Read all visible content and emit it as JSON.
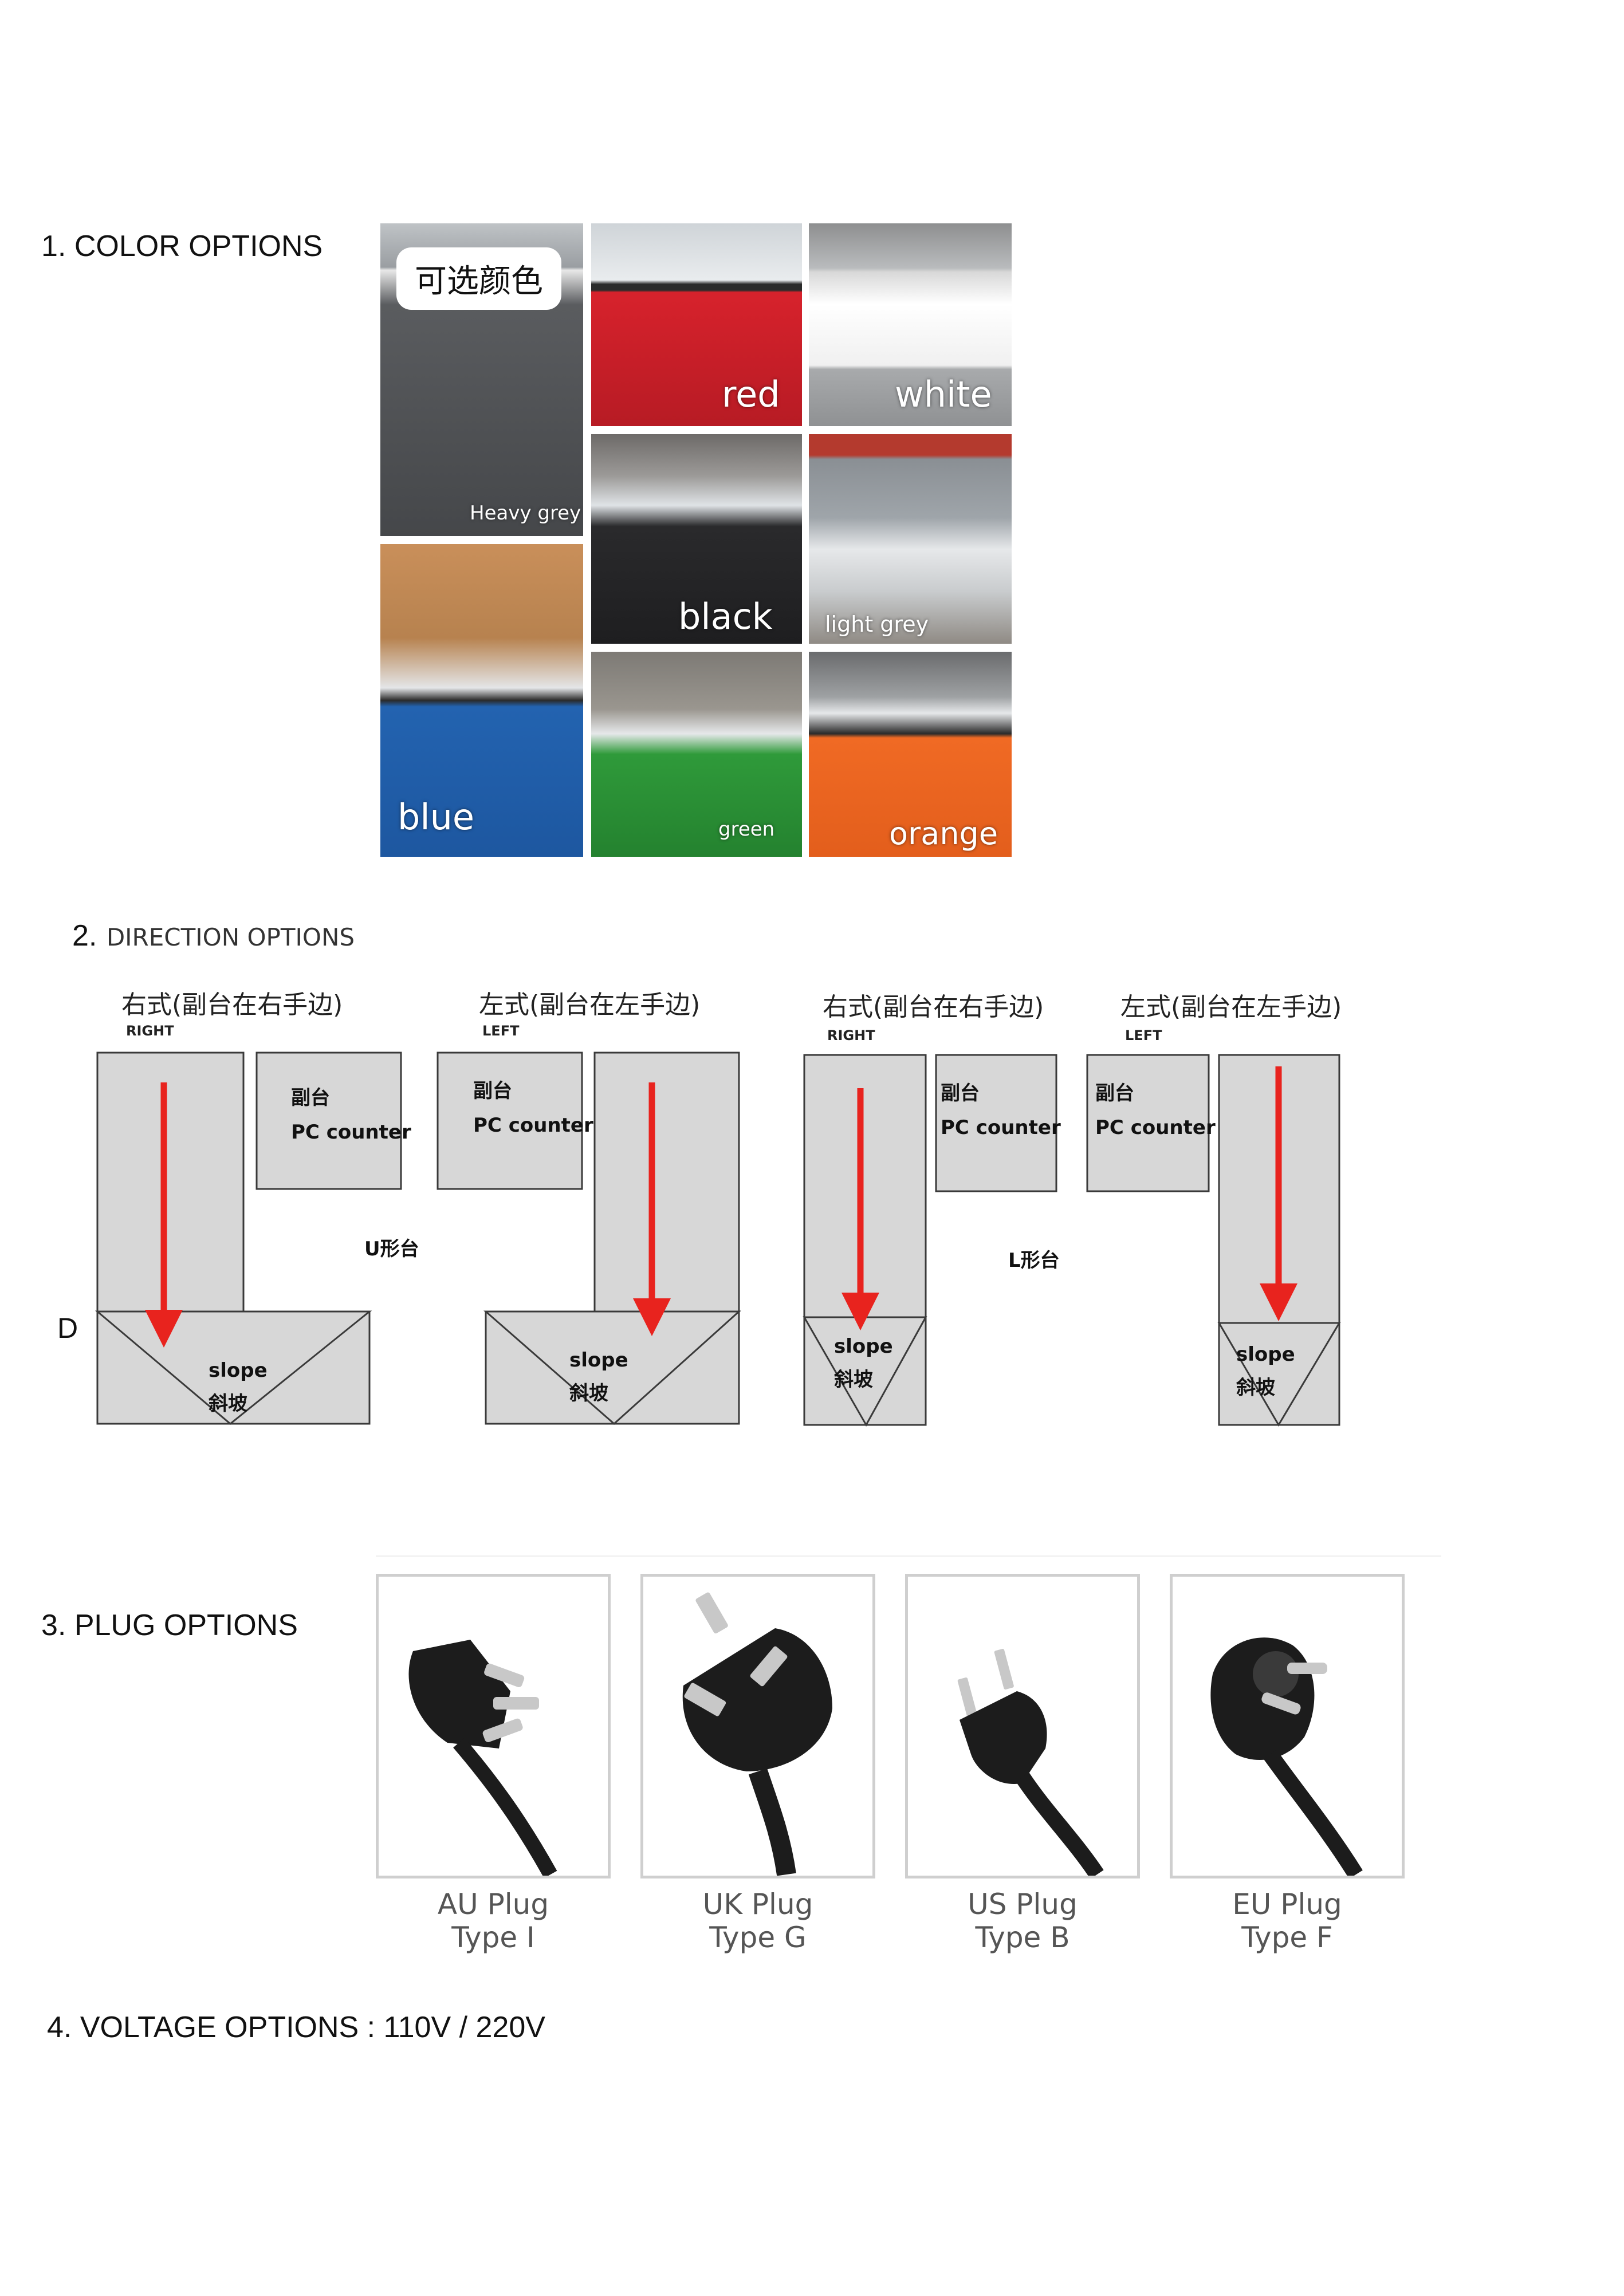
{
  "sections": {
    "color": {
      "number": "1.",
      "title": "COLOR OPTIONS"
    },
    "direction": {
      "number": "2.",
      "title": "DIRECTION OPTIONS"
    },
    "plug": {
      "number": "3.",
      "title": "PLUG OPTIONS"
    },
    "voltage": {
      "number": "4.",
      "title": "VOLTAGE OPTIONS : 110V / 220V"
    }
  },
  "color_badge": "可选颜色",
  "colors": [
    {
      "label": "Heavy grey",
      "hex": "#4e5053"
    },
    {
      "label": "red",
      "hex": "#d7222c"
    },
    {
      "label": "white",
      "hex": "#f2f2f2"
    },
    {
      "label": "black",
      "hex": "#2a2a2c"
    },
    {
      "label": "light grey",
      "hex": "#c9ccce"
    },
    {
      "label": "blue",
      "hex": "#2363b0"
    },
    {
      "label": "green",
      "hex": "#2f9a3a"
    },
    {
      "label": "orange",
      "hex": "#f06a24"
    }
  ],
  "direction": {
    "u_label": "U形台",
    "l_label": "L形台",
    "d_mark": "D",
    "diagrams": [
      {
        "title": "右式(副台在右手边)",
        "side": "RIGHT"
      },
      {
        "title": "左式(副台在左手边)",
        "side": "LEFT"
      },
      {
        "title": "右式(副台在右手边)",
        "side": "RIGHT"
      },
      {
        "title": "左式(副台在左手边)",
        "side": "LEFT"
      }
    ],
    "pc_cn": "副台",
    "pc_en": "PC counter",
    "slope_en": "slope",
    "slope_cn": "斜坡"
  },
  "plugs": [
    {
      "name": "AU Plug",
      "type": "Type I"
    },
    {
      "name": "UK Plug",
      "type": "Type G"
    },
    {
      "name": "US Plug",
      "type": "Type B"
    },
    {
      "name": "EU Plug",
      "type": "Type F"
    }
  ]
}
